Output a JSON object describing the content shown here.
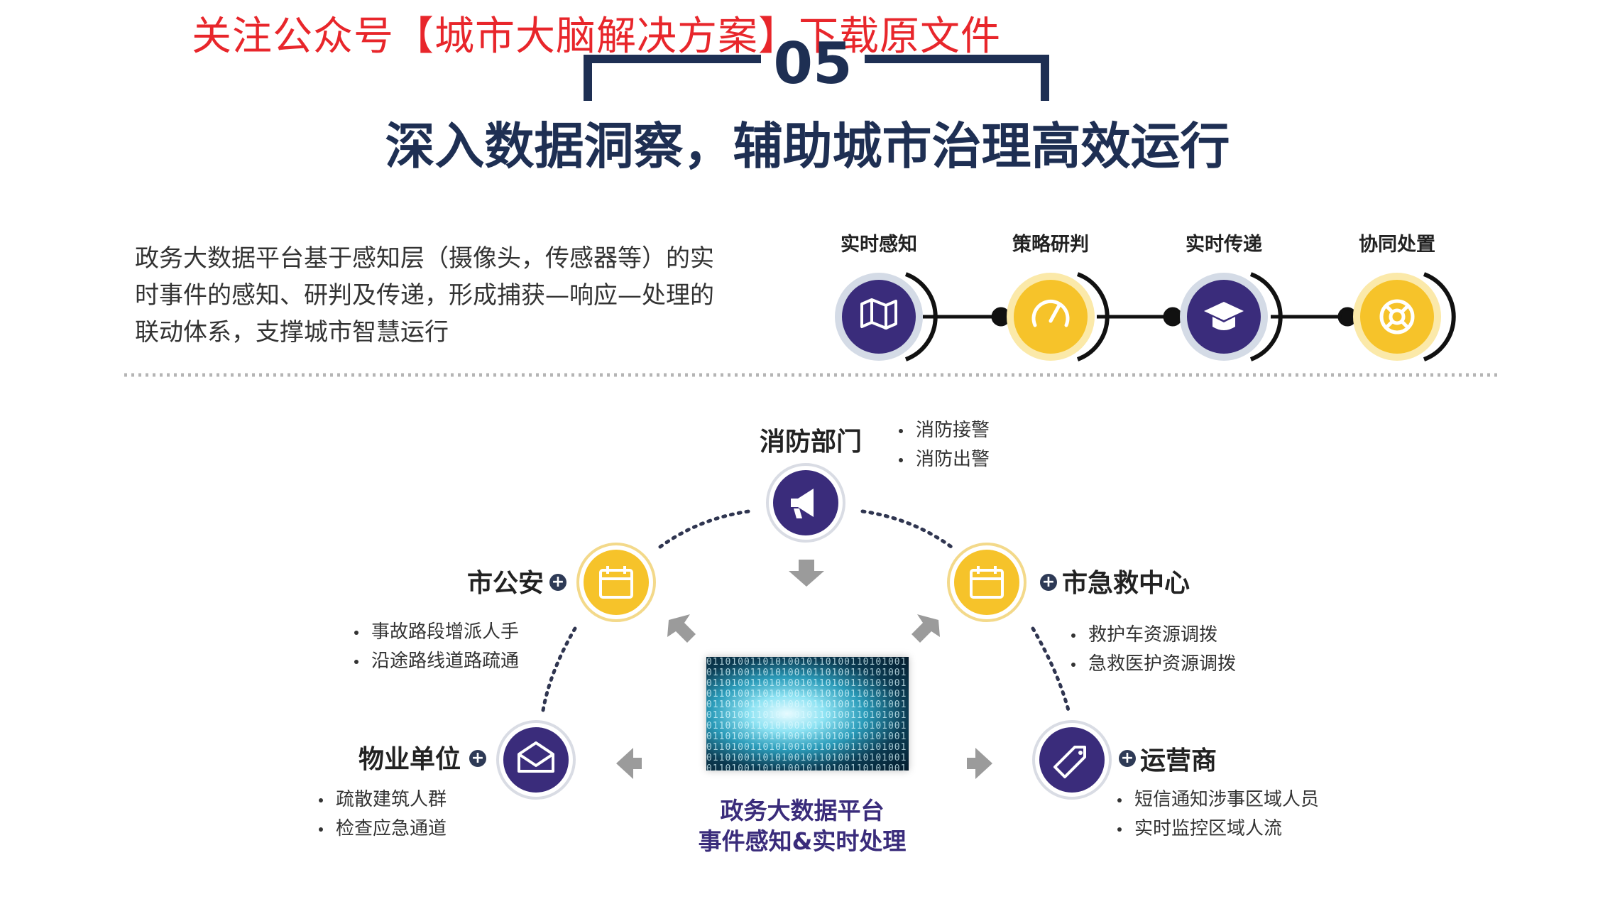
{
  "watermark": "关注公众号【城市大脑解决方案】下载原文件",
  "section_number": "05",
  "title": "深入数据洞察，辅助城市治理高效运行",
  "description": "政务大数据平台基于感知层（摄像头，传感器等）的实时事件的感知、研判及传递，形成捕获—响应—处理的联动体系，支撑城市智慧运行",
  "process_steps": [
    {
      "label": "实时感知",
      "icon": "map-icon",
      "color": "#3a2c7b"
    },
    {
      "label": "策略研判",
      "icon": "speedometer-icon",
      "color": "#f6c32a"
    },
    {
      "label": "实时传递",
      "icon": "graduation-cap-icon",
      "color": "#3a2c7b"
    },
    {
      "label": "协同处置",
      "icon": "lifebuoy-icon",
      "color": "#f6c32a"
    }
  ],
  "center": {
    "line1": "政务大数据平台",
    "line2": "事件感知&实时处理"
  },
  "nodes": {
    "fire": {
      "name": "消防部门",
      "icon": "megaphone-icon",
      "items": [
        "消防接警",
        "消防出警"
      ]
    },
    "police": {
      "name": "市公安",
      "icon": "calendar-icon",
      "items": [
        "事故路段增派人手",
        "沿途路线道路疏通"
      ]
    },
    "emergency": {
      "name": "市急救中心",
      "icon": "calendar-icon",
      "items": [
        "救护车资源调拨",
        "急救医护资源调拨"
      ]
    },
    "property": {
      "name": "物业单位",
      "icon": "envelope-icon",
      "items": [
        "疏散建筑人群",
        "检查应急通道"
      ]
    },
    "telecom": {
      "name": "运营商",
      "icon": "seo-tag-icon",
      "items": [
        "短信通知涉事区域人员",
        "实时监控区域人流"
      ]
    }
  },
  "colors": {
    "navy": "#1e2f53",
    "purple": "#3a2c7b",
    "yellow": "#f6c32a",
    "watermark": "#e8262b"
  }
}
